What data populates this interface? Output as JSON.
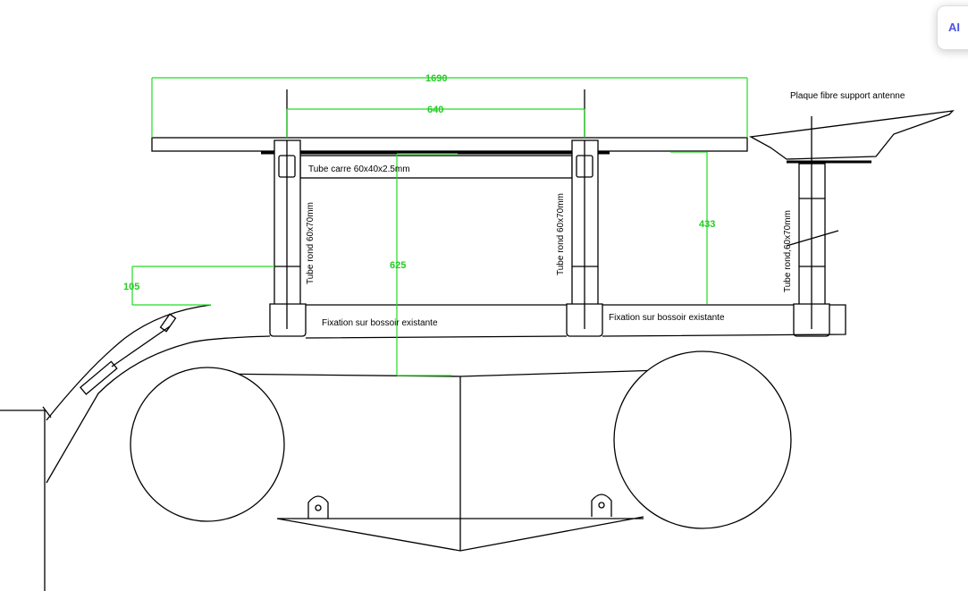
{
  "dimensions": {
    "overall_width": "1690",
    "post_spacing": "640",
    "height_center": "625",
    "height_right": "433",
    "offset_left": "105"
  },
  "labels": {
    "square_tube": "Tube carre 60x40x2.5mm",
    "round_tube_left": "Tube rond 60x70mm",
    "round_tube_middle": "Tube rond 60x70mm",
    "round_tube_right": "Tube rond,60x70mm",
    "fixation_left": "Fixation sur bossoir existante",
    "fixation_right": "Fixation sur bossoir existante",
    "antenna_plate": "Plaque fibre support antenne"
  },
  "assistant_button": {
    "label": "AI"
  },
  "colors": {
    "dimension": "#22dd22",
    "lines": "#000000"
  }
}
